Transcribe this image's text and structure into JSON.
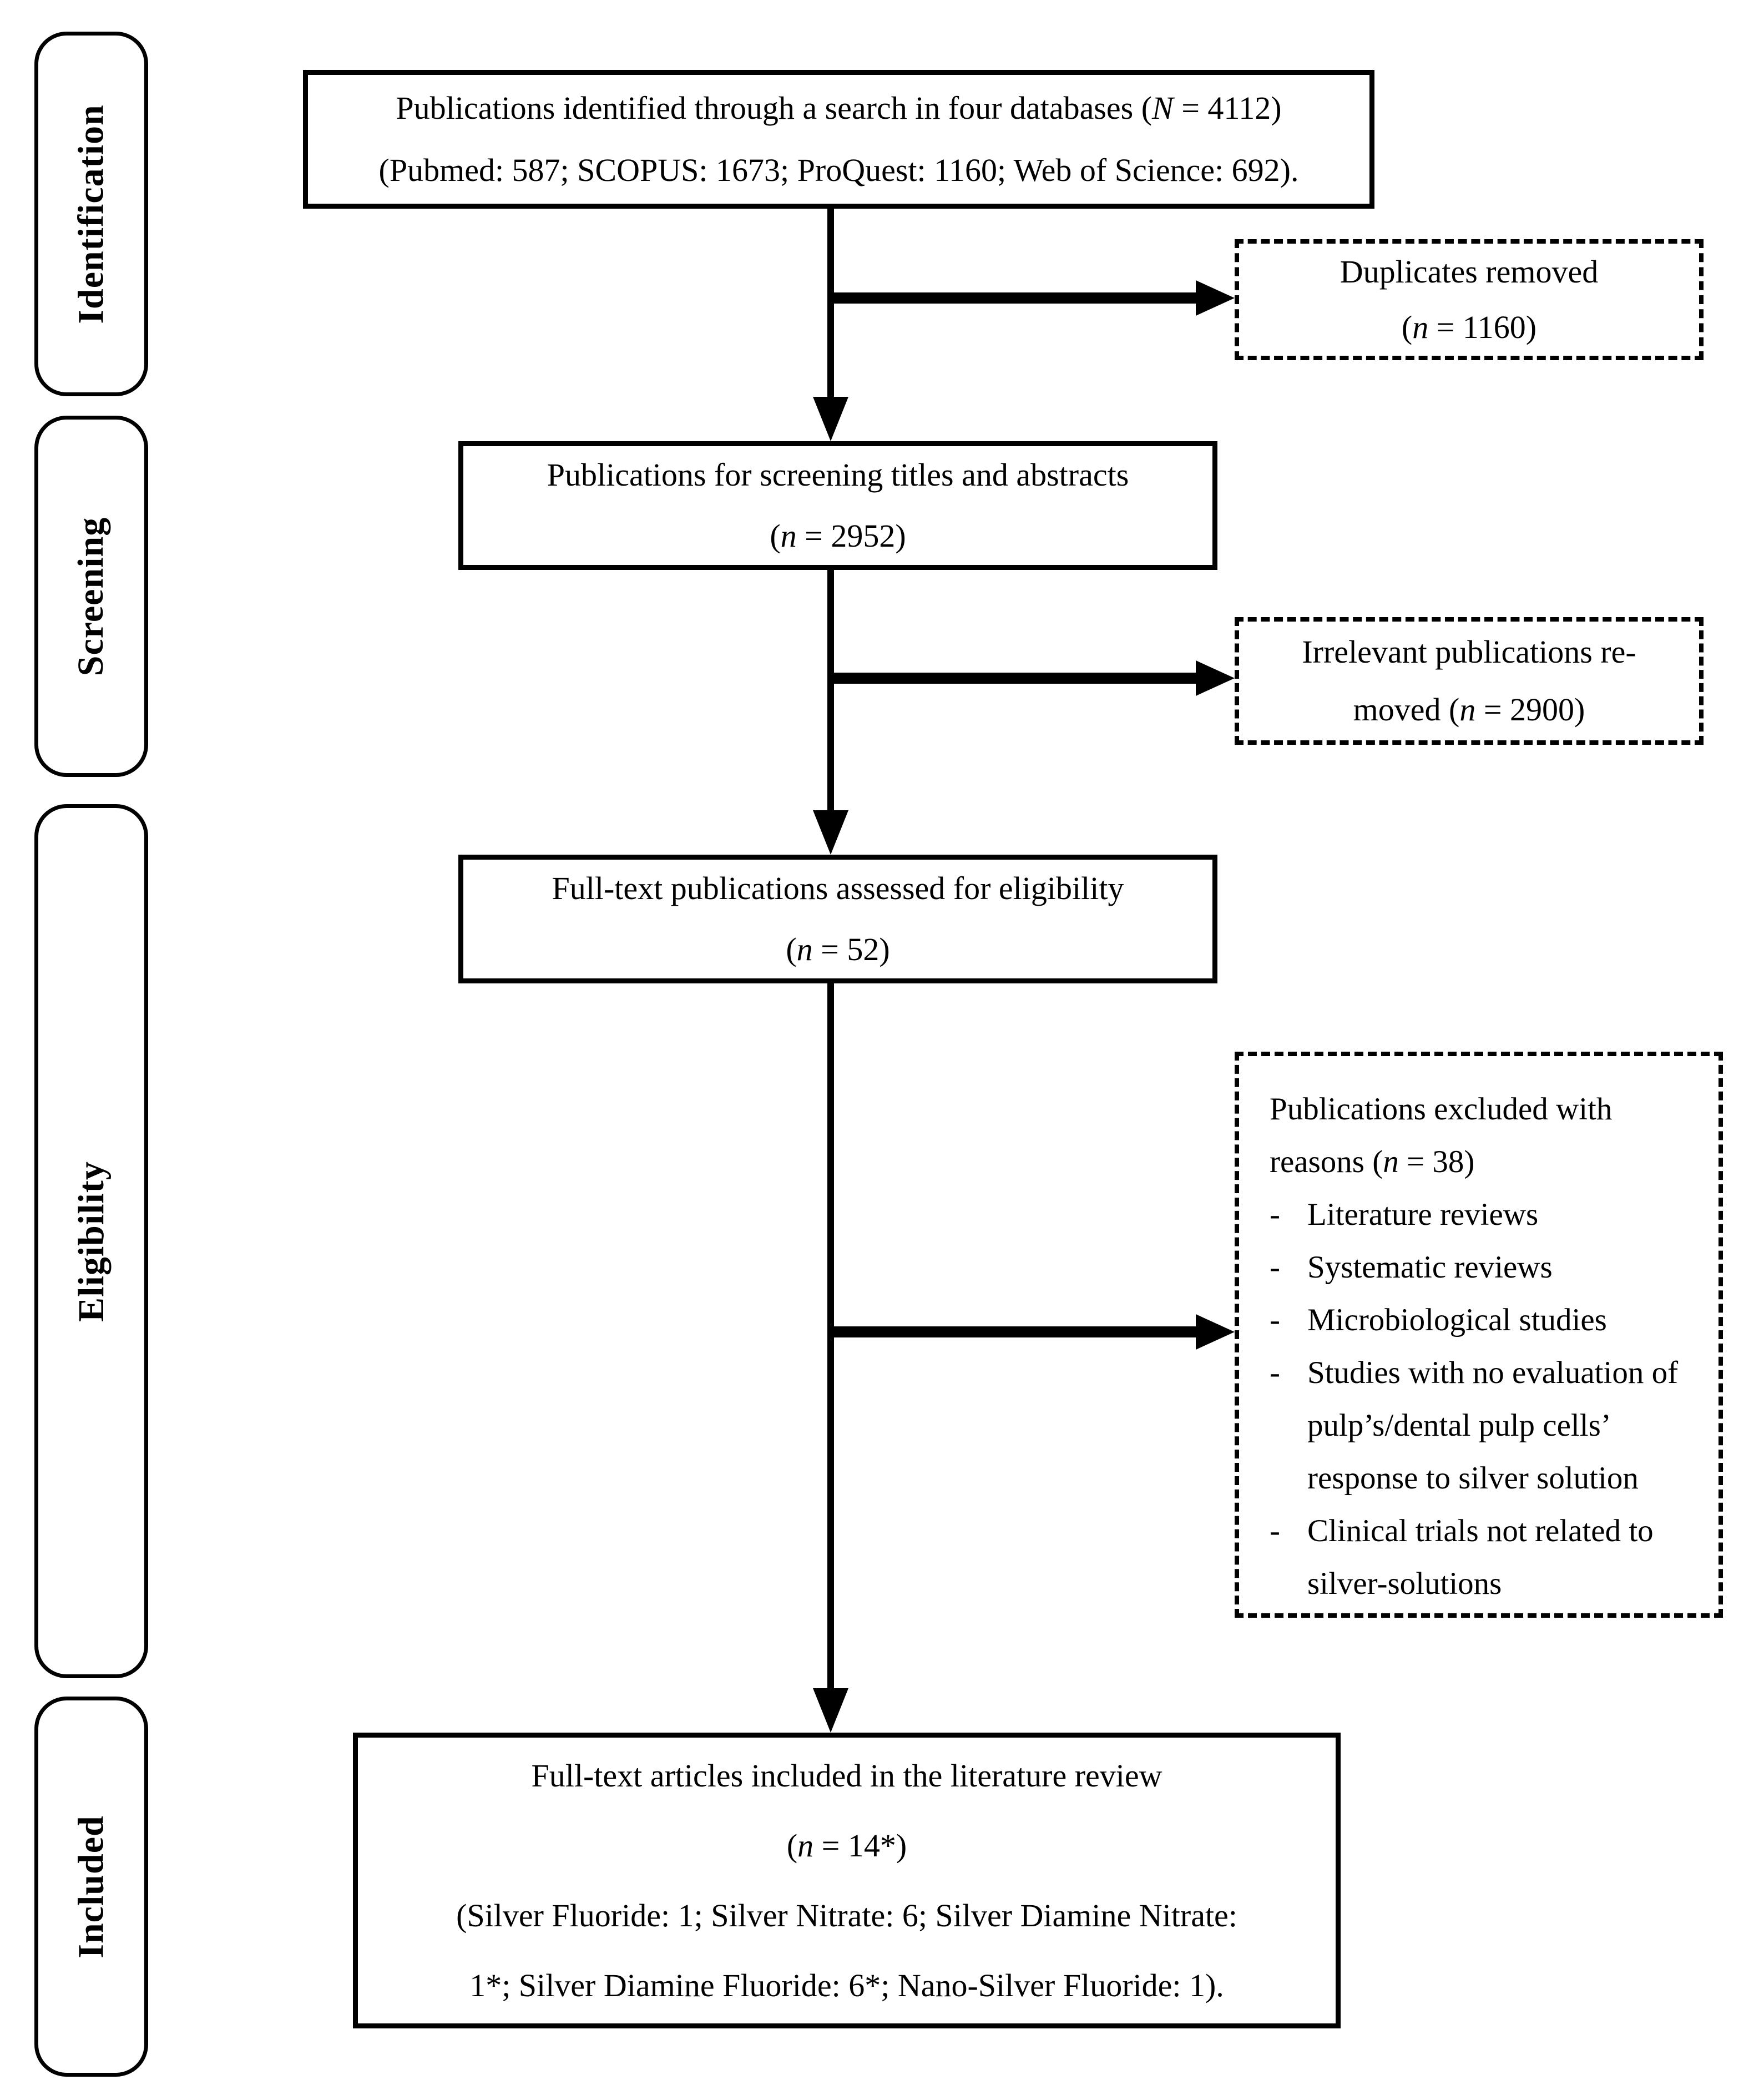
{
  "figure": {
    "background": "#ffffff",
    "ink": "#000000"
  },
  "stages": [
    {
      "id": "identification",
      "label": "Identification"
    },
    {
      "id": "screening",
      "label": "Screening"
    },
    {
      "id": "eligibility",
      "label": "Eligibility"
    },
    {
      "id": "included",
      "label": "Included"
    }
  ],
  "boxes": {
    "identified": {
      "border": "solid",
      "lines": [
        [
          {
            "t": "Publications identified through a search in four databases ("
          },
          {
            "t": "N",
            "i": true
          },
          {
            "t": " = 4112)"
          }
        ],
        [
          {
            "t": "(Pubmed: 587; SCOPUS: 1673; ProQuest: 1160; Web of Science: 692)."
          }
        ]
      ]
    },
    "duplicates_removed": {
      "border": "dashed",
      "lines": [
        [
          {
            "t": "Duplicates removed"
          }
        ],
        [
          {
            "t": "("
          },
          {
            "t": "n",
            "i": true
          },
          {
            "t": " = 1160)"
          }
        ]
      ]
    },
    "screening_titles": {
      "border": "solid",
      "lines": [
        [
          {
            "t": "Publications for screening titles and abstracts"
          }
        ],
        [
          {
            "t": "("
          },
          {
            "t": "n",
            "i": true
          },
          {
            "t": " = 2952)"
          }
        ]
      ]
    },
    "irrelevant_removed": {
      "border": "dashed",
      "lines": [
        [
          {
            "t": "Irrelevant publications re-"
          }
        ],
        [
          {
            "t": "moved ("
          },
          {
            "t": "n",
            "i": true
          },
          {
            "t": " = 2900)"
          }
        ]
      ]
    },
    "fulltext_assessed": {
      "border": "solid",
      "lines": [
        [
          {
            "t": "Full-text publications assessed for eligibility"
          }
        ],
        [
          {
            "t": "("
          },
          {
            "t": "n",
            "i": true
          },
          {
            "t": " = 52)"
          }
        ]
      ]
    },
    "excluded": {
      "border": "dashed",
      "intro_lines": [
        [
          {
            "t": "Publications excluded with"
          }
        ],
        [
          {
            "t": "reasons ("
          },
          {
            "t": "n",
            "i": true
          },
          {
            "t": " = 38)"
          }
        ]
      ],
      "bullet_marker": "-",
      "bullets": [
        "Literature reviews",
        "Systematic reviews",
        "Microbiological studies",
        "Studies with no evaluation of pulp’s/dental pulp cells’ response to silver solution",
        "Clinical trials not related to silver-solutions"
      ]
    },
    "included_articles": {
      "border": "solid",
      "lines": [
        [
          {
            "t": "Full-text articles included in the literature review"
          }
        ],
        [
          {
            "t": "("
          },
          {
            "t": "n",
            "i": true
          },
          {
            "t": " = 14*)"
          }
        ],
        [
          {
            "t": "(Silver Fluoride: 1; Silver Nitrate: 6; Silver Diamine Nitrate:"
          }
        ],
        [
          {
            "t": "1*; Silver Diamine Fluoride: 6*; Nano-Silver Fluoride: 1)."
          }
        ]
      ]
    }
  }
}
